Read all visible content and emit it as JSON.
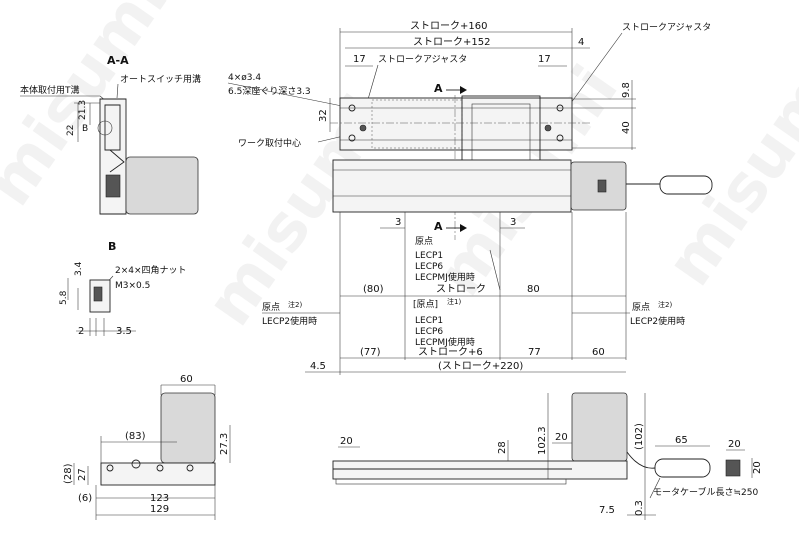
{
  "watermark": "misumi",
  "section_aa": {
    "title": "A-A",
    "label_tslot": "本体取付用T溝",
    "label_autoswitch": "オートスイッチ用溝",
    "dim_21_3": "21.3",
    "dim_22": "22",
    "label_b": "B"
  },
  "detail_b": {
    "title": "B",
    "label_nut": "2×4×四角ナット",
    "label_thread": "M3×0.5",
    "dim_3_4": "3.4",
    "dim_5_8": "5.8",
    "dim_2": "2",
    "dim_3_5": "3.5"
  },
  "top_view": {
    "dim_stroke160": "ストローク+160",
    "dim_stroke152": "ストローク+152",
    "dim_4": "4",
    "label_adjuster_right": "ストロークアジャスタ",
    "label_adjuster_left": "ストロークアジャスタ",
    "dim_17_left": "17",
    "dim_17_right": "17",
    "label_holes1": "4×ø3.4",
    "label_holes2": "6.5深座ぐり深さ3.3",
    "dim_32": "32",
    "dim_9_8": "9.8",
    "dim_40": "40",
    "label_work_center": "ワーク取付中心",
    "label_a_top": "A",
    "label_a_bottom": "A"
  },
  "bottom_dims": {
    "dim_3_left": "3",
    "dim_3_right": "3",
    "label_origin": "原点",
    "lecp_group1": [
      "LECP1",
      "LECP6",
      "LECPMJ使用時"
    ],
    "dim_80_paren": "(80)",
    "dim_stroke": "ストローク",
    "dim_80": "80",
    "label_origin_bracket": "[原点]",
    "note1": "注1)",
    "origin_left": "原点",
    "note2_left": "注2)",
    "lecp2_left": "LECP2使用時",
    "origin_right": "原点",
    "note2_right": "注2)",
    "lecp2_right": "LECP2使用時",
    "lecp_group2": [
      "LECP1",
      "LECP6",
      "LECPMJ使用時"
    ],
    "dim_77_paren": "(77)",
    "dim_stroke6": "ストローク+6",
    "dim_77": "77",
    "dim_60": "60",
    "dim_4_5": "4.5",
    "dim_stroke220": "(ストローク+220)"
  },
  "end_view": {
    "dim_60": "60",
    "dim_83": "(83)",
    "dim_27_3": "27.3",
    "dim_28": "(28)",
    "dim_27": "27",
    "dim_6": "(6)",
    "dim_123": "123",
    "dim_129": "129"
  },
  "side_view": {
    "dim_20_left": "20",
    "dim_28": "28",
    "dim_102_3": "102.3",
    "dim_20_mid": "20",
    "dim_102": "(102)",
    "dim_65": "65",
    "dim_20_right": "20",
    "dim_20_vert": "20",
    "dim_7_5": "7.5",
    "dim_0_3": "0.3",
    "label_cable": "モータケーブル長さ≒250"
  }
}
